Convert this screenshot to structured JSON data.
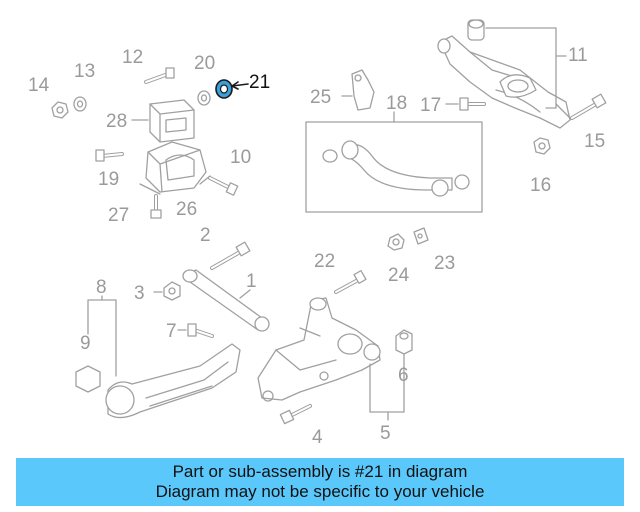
{
  "callouts": {
    "n1": "1",
    "n2": "2",
    "n3": "3",
    "n4": "4",
    "n5": "5",
    "n6": "6",
    "n7": "7",
    "n8": "8",
    "n9": "9",
    "n10": "10",
    "n11": "11",
    "n12": "12",
    "n13": "13",
    "n14": "14",
    "n15": "15",
    "n16": "16",
    "n17": "17",
    "n18": "18",
    "n19": "19",
    "n20": "20",
    "n21": "21",
    "n22": "22",
    "n23": "23",
    "n24": "24",
    "n25": "25",
    "n26": "26",
    "n27": "27",
    "n28": "28"
  },
  "highlighted_part": "21",
  "banner": {
    "line1": "Part or sub-assembly is #21 in diagram",
    "line2": "Diagram may not be specific to your vehicle"
  },
  "colors": {
    "line_art": "#a0a0a0",
    "highlight_part": "#3aa0dc",
    "banner_bg": "#5ac8fa"
  }
}
